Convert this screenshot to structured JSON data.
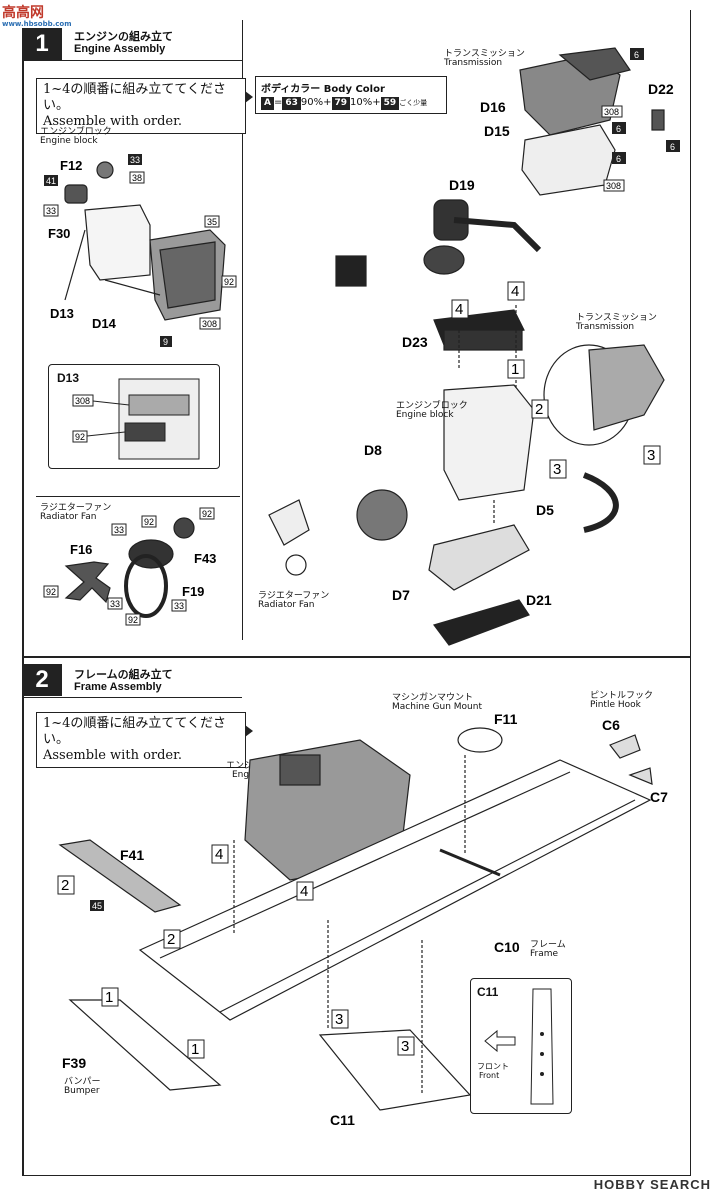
{
  "watermark": {
    "site_top": "高高网",
    "site_sub": "www.hbsobb.com",
    "bottom": "HOBBY SEARCH"
  },
  "step1": {
    "number": "1",
    "title_jp": "エンジンの組み立て",
    "title_en": "Engine Assembly",
    "order_jp": "1~4の順番に組み立ててください。",
    "order_en": "Assemble with order.",
    "body_color": {
      "title_jp": "ボディカラー",
      "title_en": "Body Color",
      "formula": [
        "A",
        "=",
        "63",
        "90%",
        "+",
        "79",
        "10%",
        "+",
        "59",
        "ごく少量"
      ]
    },
    "engine_block_jp": "エンジンブロック",
    "engine_block_en": "Engine block",
    "transmission_jp": "トランスミッション",
    "transmission_en": "Transmission",
    "radiator_fan_jp": "ラジエターファン",
    "radiator_fan_en": "Radiator Fan",
    "parts": [
      "F12",
      "F30",
      "D13",
      "D14",
      "D16",
      "D15",
      "D22",
      "D19",
      "D23",
      "D8",
      "D5",
      "D7",
      "D21",
      "F16",
      "F43",
      "F19"
    ],
    "detail_label": "D13"
  },
  "step2": {
    "number": "2",
    "title_jp": "フレームの組み立て",
    "title_en": "Frame Assembly",
    "order_jp": "1~4の順番に組み立ててください。",
    "order_en": "Assemble with order.",
    "engine_jp": "エンジン",
    "engine_en": "Engine",
    "mgmount_jp": "マシンガンマウント",
    "mgmount_en": "Machine Gun Mount",
    "pintle_jp": "ピントルフック",
    "pintle_en": "Pintle Hook",
    "frame_jp": "フレーム",
    "frame_en": "Frame",
    "bumper_jp": "バンパー",
    "bumper_en": "Bumper",
    "front_jp": "フロント",
    "front_en": "Front",
    "parts": [
      "F41",
      "F39",
      "F11",
      "C6",
      "C7",
      "C10",
      "C11"
    ],
    "detail_label": "C11"
  },
  "colors": {
    "ink": "#222222",
    "paint_gray": "#555555",
    "watermark_red": "#c0392b"
  }
}
